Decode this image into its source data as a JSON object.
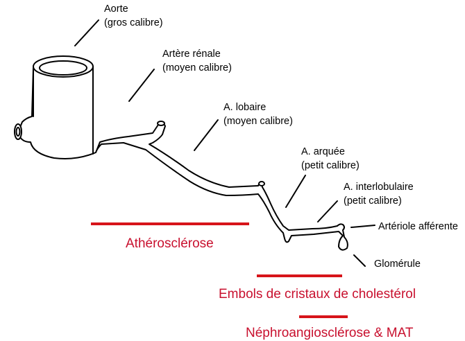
{
  "labels": {
    "aorte": [
      "Aorte",
      "(gros calibre)"
    ],
    "artere_renale": [
      "Artère rénale",
      "(moyen calibre)"
    ],
    "a_lobaire": [
      "A. lobaire",
      "(moyen calibre)"
    ],
    "a_arquee": [
      "A. arquée",
      "(petit calibre)"
    ],
    "a_interlobulaire": [
      "A. interlobulaire",
      "(petit calibre)"
    ],
    "arteriole": "Artériole afférente",
    "glomerule": "Glomérule"
  },
  "pathologies": [
    {
      "label": "Athérosclérose"
    },
    {
      "label": "Embols de cristaux de cholestérol"
    },
    {
      "label": "Néphroangiosclérose & MAT"
    }
  ],
  "colors": {
    "accent": "#d7141a",
    "text": "#000000"
  }
}
